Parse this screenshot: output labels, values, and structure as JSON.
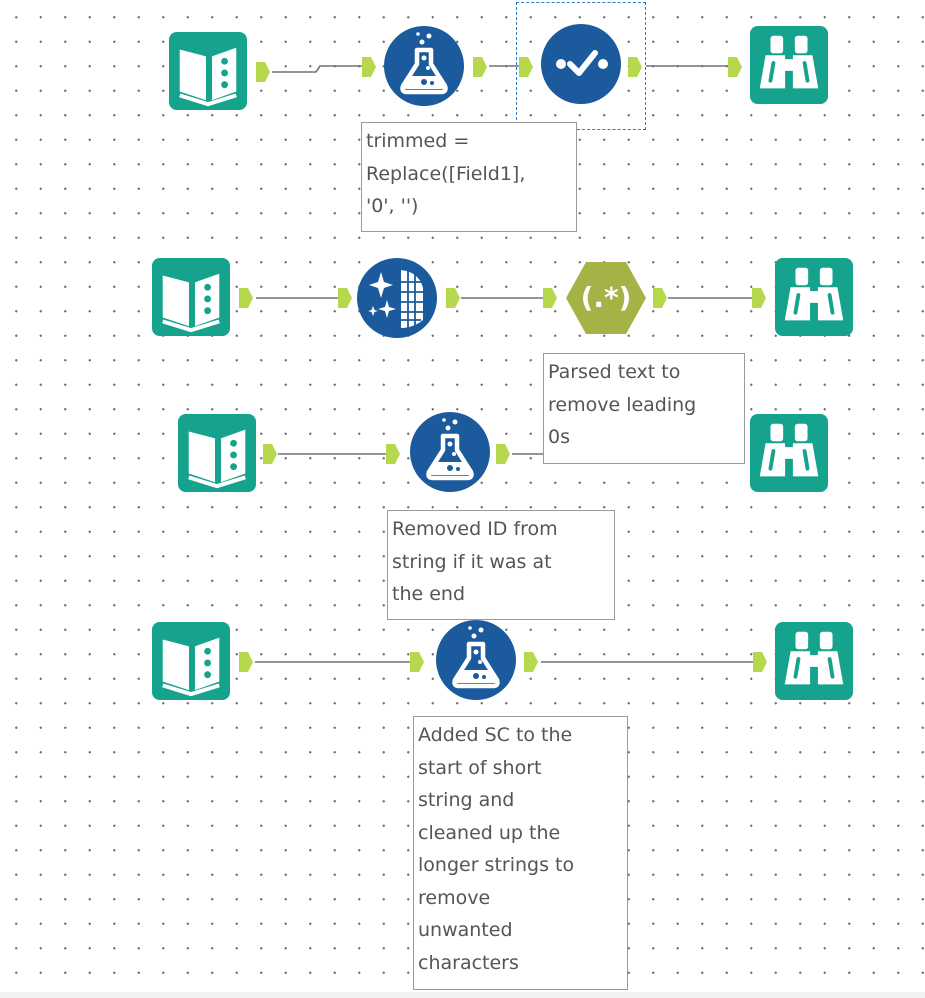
{
  "workflow": {
    "annotations": {
      "formula_trim": [
        "trimmed =",
        "Replace([Field1],",
        "'0', '')"
      ],
      "regex_parse": [
        "Parsed text to",
        "remove leading",
        "0s"
      ],
      "formula_remove_id": [
        "Removed ID from",
        "string if it was at",
        "the end"
      ],
      "formula_add_sc": [
        "Added SC to the",
        "start of short",
        "string and",
        "cleaned up the",
        "longer strings to",
        "remove",
        "unwanted",
        "characters"
      ]
    },
    "rows": [
      {
        "tools": [
          "input-data-icon",
          "formula-icon",
          "select-records-icon",
          "browse-icon"
        ]
      },
      {
        "tools": [
          "input-data-icon",
          "data-cleansing-icon",
          "regex-icon",
          "browse-icon"
        ]
      },
      {
        "tools": [
          "input-data-icon",
          "formula-icon",
          "browse-icon"
        ]
      },
      {
        "tools": [
          "input-data-icon",
          "formula-icon",
          "browse-icon"
        ]
      }
    ],
    "regex_label": "(.*)",
    "colors": {
      "input_teal": "#15a38e",
      "browse_teal": "#15a38e",
      "tool_blue": "#1b5a9c",
      "regex_olive": "#a5b246",
      "anchor_green": "#b5d84c",
      "connector": "#707070",
      "selection": "#2f78c4"
    }
  }
}
